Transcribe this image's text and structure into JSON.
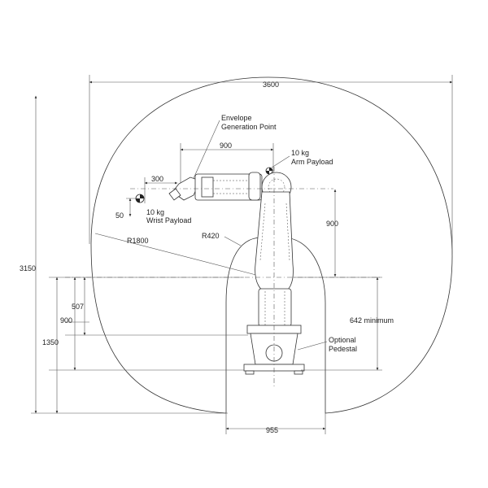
{
  "dimensions": {
    "overall_width": "3600",
    "overall_height": "3150",
    "arm_reach": "900",
    "wrist_offset": "300",
    "wrist_drop": "50",
    "arm_vertical": "900",
    "radius_outer": "R1800",
    "radius_inner": "R420",
    "height_507": "507",
    "height_900": "900",
    "height_1350": "1350",
    "pedestal_min": "642 minimum",
    "base_width": "955"
  },
  "labels": {
    "envelope_line1": "Envelope",
    "envelope_line2": "Generation Point",
    "arm_payload_line1": "10 kg",
    "arm_payload_line2": "Arm Payload",
    "wrist_payload_line1": "10 kg",
    "wrist_payload_line2": "Wrist Payload",
    "pedestal_line1": "Optional",
    "pedestal_line2": "Pedestal"
  }
}
